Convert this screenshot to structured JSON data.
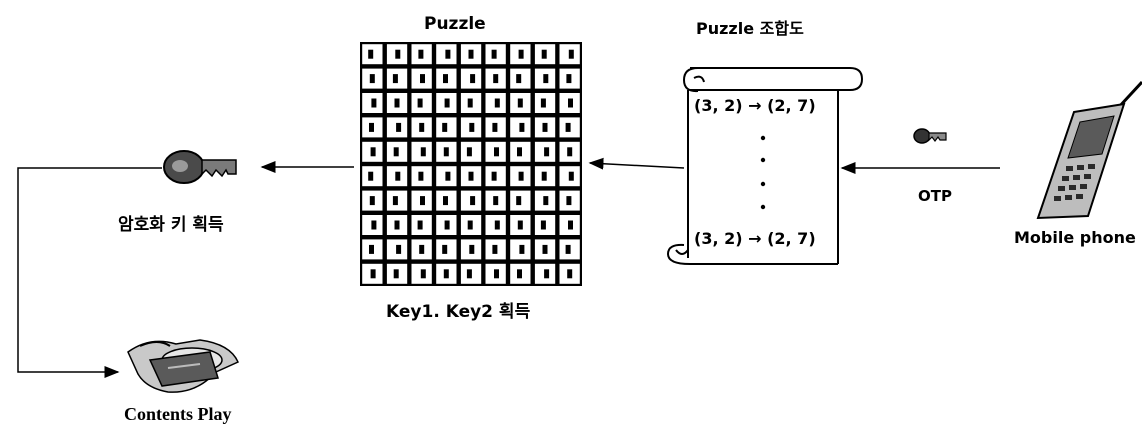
{
  "puzzle": {
    "title": "Puzzle",
    "caption": "Key1. Key2 획득",
    "rows": 10,
    "cols": 9
  },
  "combination": {
    "title": "Puzzle 조합도",
    "entry_first": "(3, 2) → (2, 7)",
    "entry_last": "(3, 2) → (2, 7)"
  },
  "phone": {
    "label": "Mobile phone"
  },
  "otp": {
    "label": "OTP"
  },
  "key": {
    "label": "암호화 키 획득"
  },
  "play": {
    "label": "Contents Play"
  },
  "colors": {
    "line": "#000000",
    "background": "#ffffff",
    "key_gray": "#6b6b6b"
  }
}
